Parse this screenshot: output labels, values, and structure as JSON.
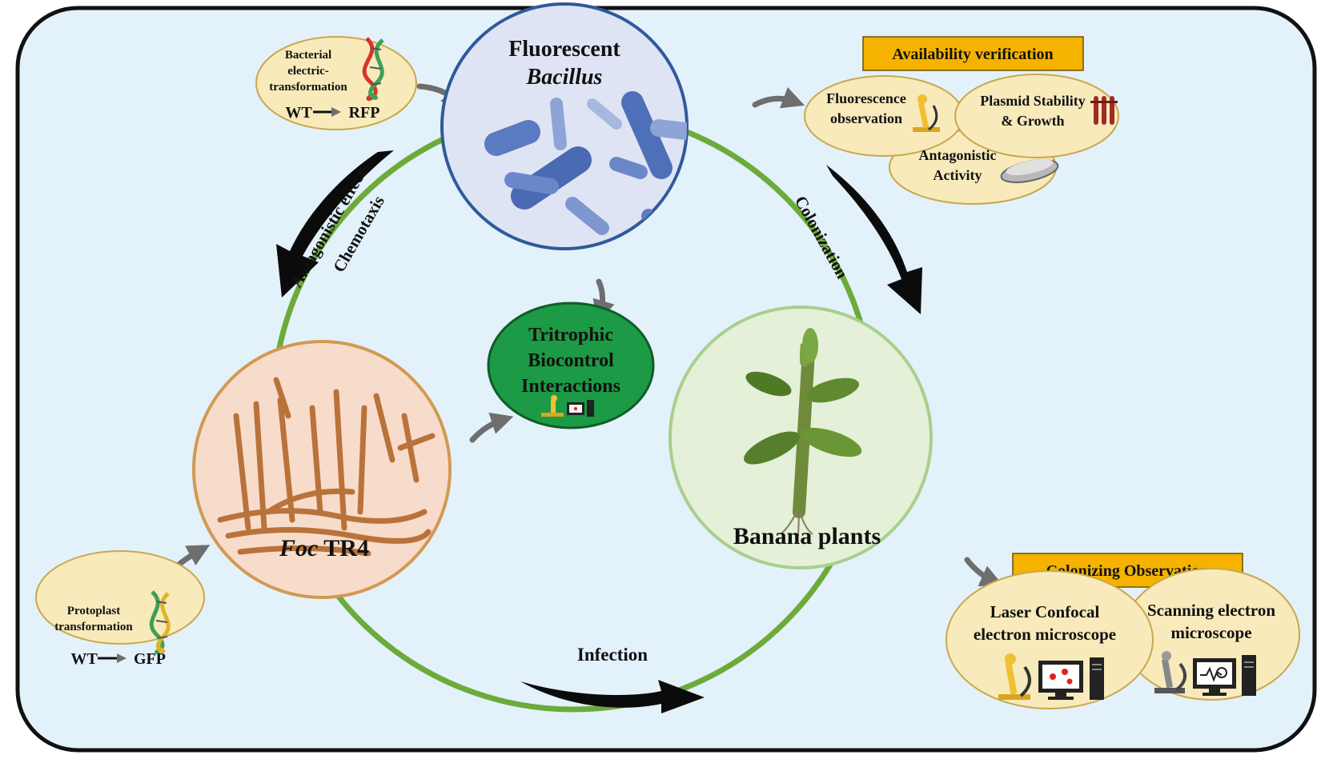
{
  "colors": {
    "background": "#e3f1fb",
    "frame": "#111111",
    "ring": "#6cab3a",
    "bacillus_fill": "#dfe4f4",
    "bacillus_stroke": "#2f5a9a",
    "foc_fill": "#f8dccb",
    "foc_stroke": "#d19a52",
    "banana_fill": "#e4f0d8",
    "banana_stroke": "#a9cf8c",
    "center_fill": "#1c9a45",
    "bubble_fill": "#f8eabb",
    "bubble_stroke": "#c9a84c",
    "label_box": "#f5b300",
    "arrow_black": "#0b0b0b",
    "arrow_gray": "#6e6e6e"
  },
  "bacillus": {
    "name": "Fluorescent",
    "genus": "Bacillus"
  },
  "foc": {
    "italic": "Foc",
    "rest": " TR4"
  },
  "banana": {
    "label": "Banana plants"
  },
  "center": {
    "line1": "Tritrophic",
    "line2": "Biocontrol",
    "line3": "Interactions"
  },
  "edges": {
    "antagonistic": "Antagonistic effects",
    "chemotaxis": "Chemotaxis",
    "colonization": "Colonization",
    "infection": "Infection"
  },
  "bacterial_transformation": {
    "line1": "Bacterial",
    "line2": "electric-",
    "line3": "transformation",
    "from": "WT",
    "to": "RFP"
  },
  "protoplast_transformation": {
    "line1": "Protoplast",
    "line2": "transformation",
    "from": "WT",
    "to": "GFP"
  },
  "availability": {
    "title": "Availability verification",
    "fluorescence": {
      "line1": "Fluorescence",
      "line2": "observation"
    },
    "plasmid": {
      "line1": "Plasmid Stability",
      "line2": "& Growth"
    },
    "antagonistic": {
      "line1": "Antagonistic",
      "line2": "Activity"
    }
  },
  "colonizing": {
    "title": "Colonizing Observation",
    "confocal": {
      "line1": "Laser Confocal",
      "line2": "electron microscope"
    },
    "sem": {
      "line1": "Scanning electron",
      "line2": "microscope"
    }
  },
  "icons": [
    "dna-helix-icon",
    "microscope-icon",
    "test-tubes-icon",
    "petri-dish-icon",
    "computer-icon",
    "monitor-icon",
    "rod-bacteria-icon",
    "fungal-hyphae-icon",
    "banana-plant-icon"
  ]
}
